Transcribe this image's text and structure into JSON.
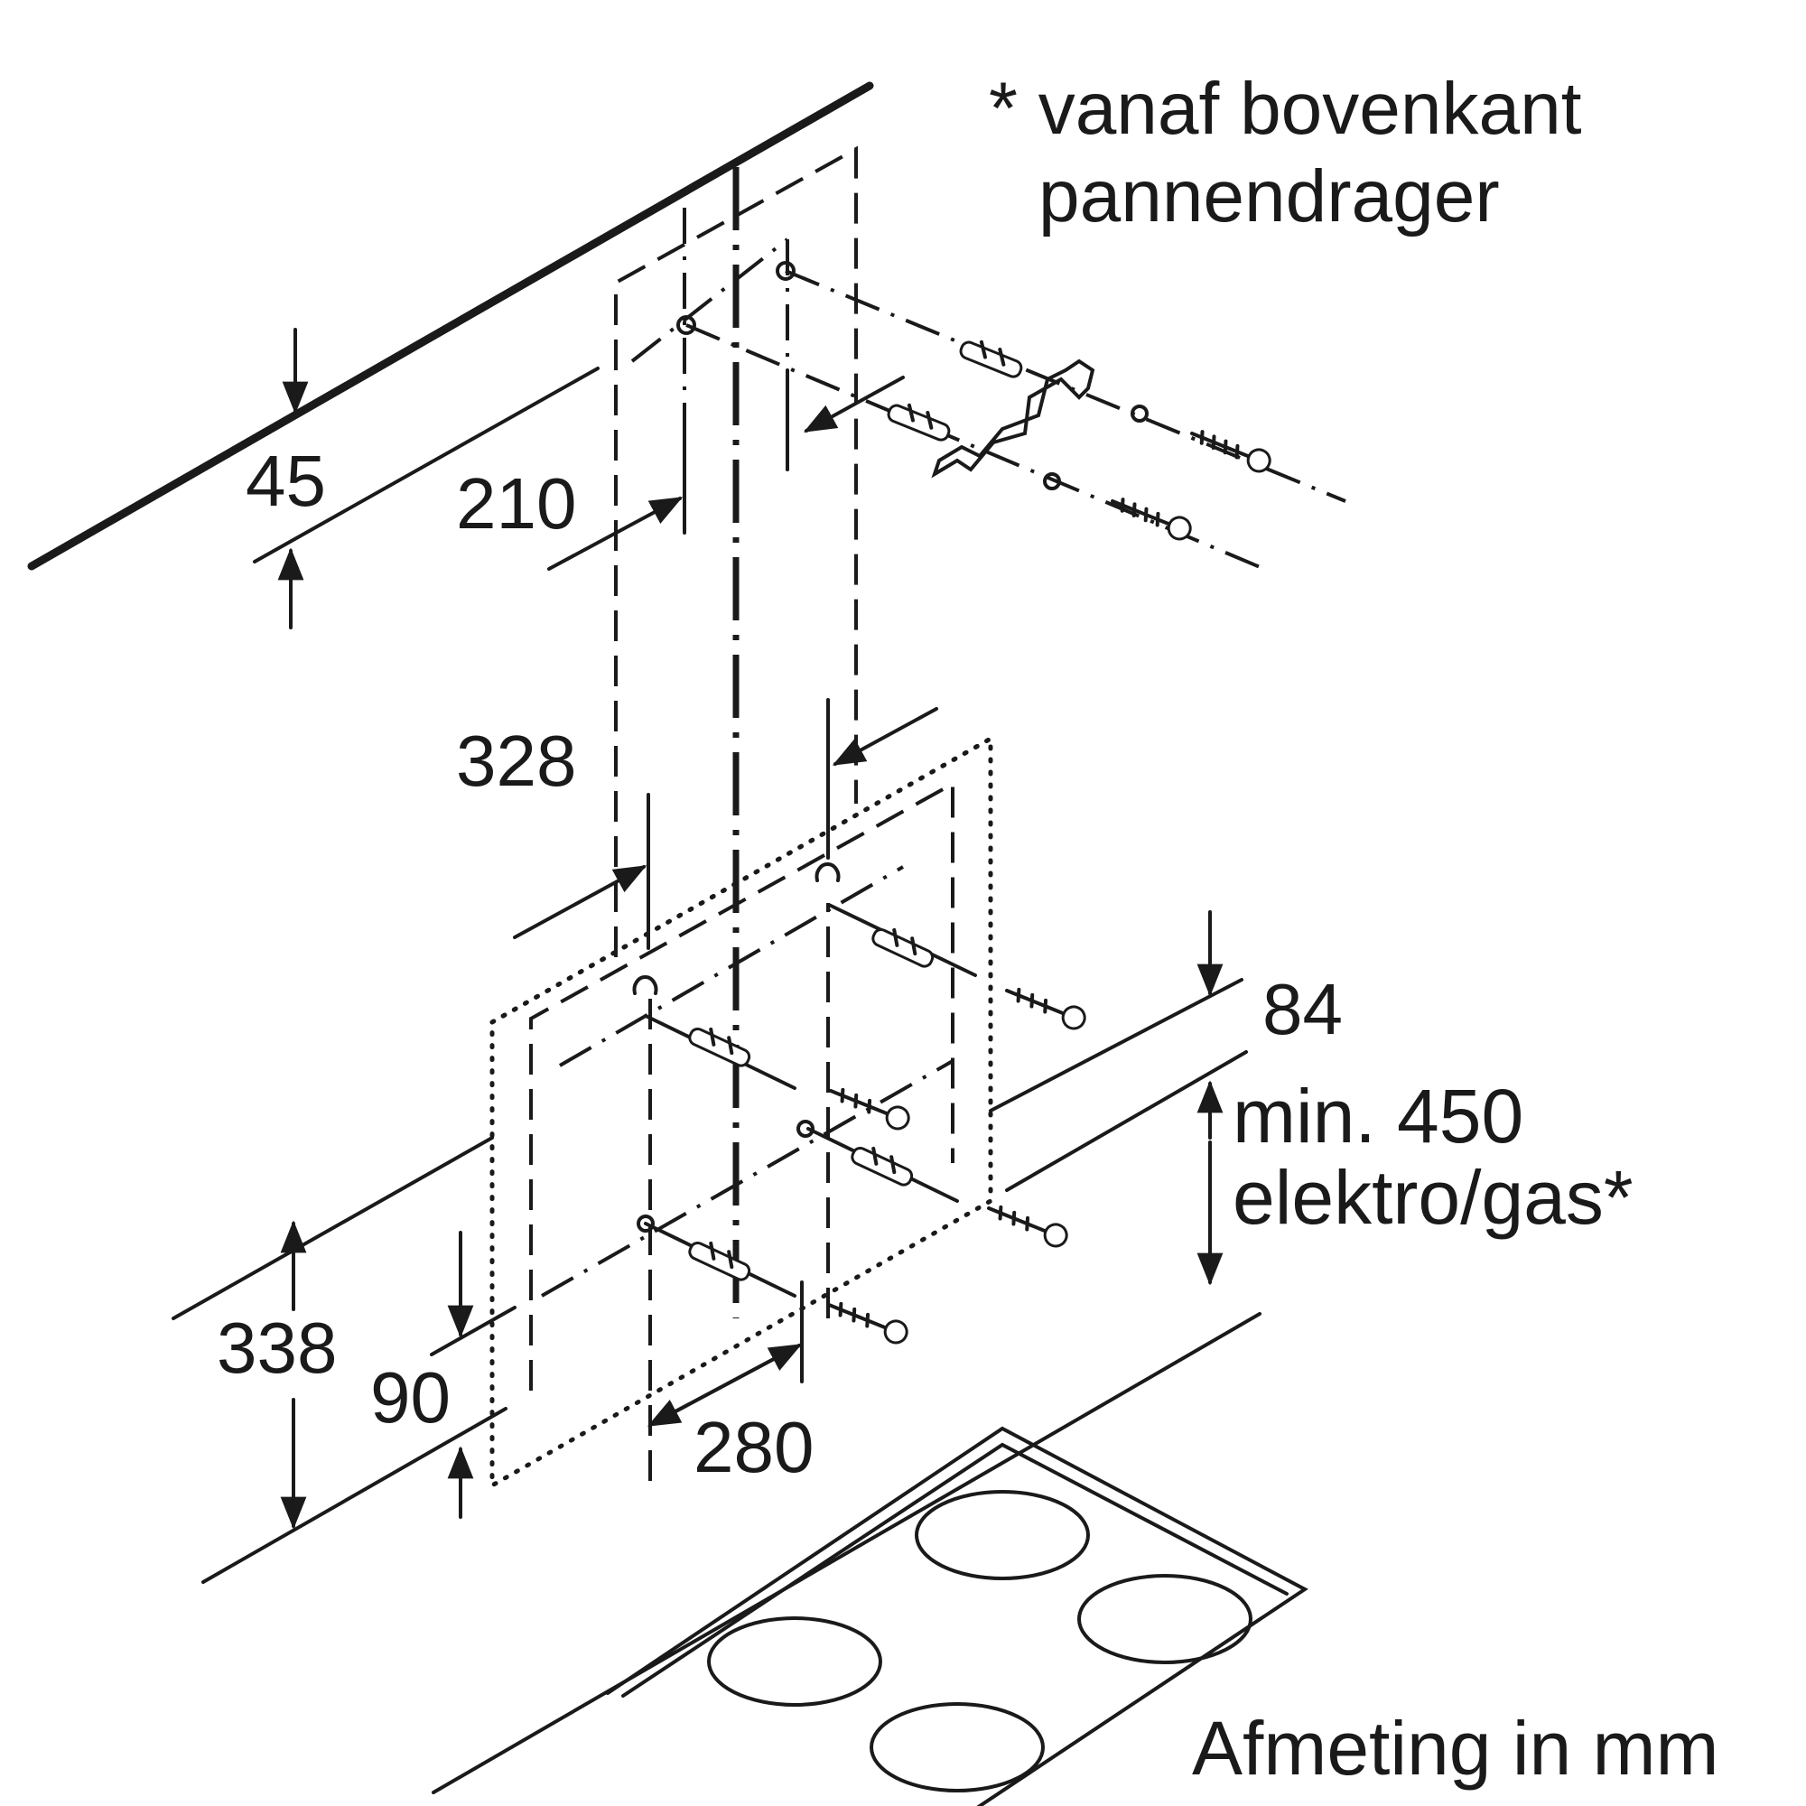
{
  "notes": {
    "top_line1": "* vanaf bovenkant",
    "top_line2": "pannendrager",
    "min_line1": "min. 450",
    "min_line2": "elektro/gas*",
    "unit": "Afmeting in mm"
  },
  "dimensions": {
    "d45": "45",
    "d210": "210",
    "d328": "328",
    "d84": "84",
    "d338": "338",
    "d90": "90",
    "d280": "280"
  },
  "icons": [
    "wall-plug-icon",
    "screw-icon",
    "washer-icon",
    "mounting-bracket-icon",
    "cooktop-icon"
  ]
}
